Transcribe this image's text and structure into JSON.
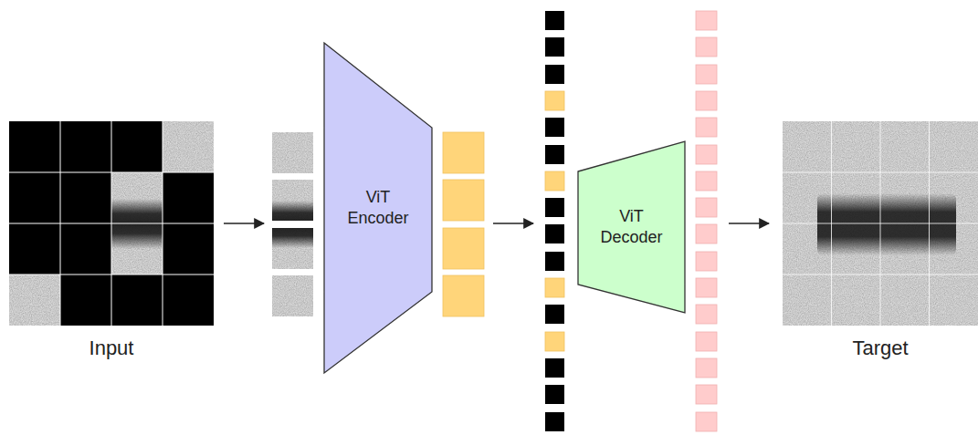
{
  "diagram": {
    "nodes": [
      {
        "text": [
          "Input"
        ]
      },
      {
        "text": [
          "ViT Encoder"
        ]
      },
      {
        "text": [
          "ViT Decoder"
        ]
      },
      {
        "text": [
          "Target"
        ]
      }
    ]
  }
}
